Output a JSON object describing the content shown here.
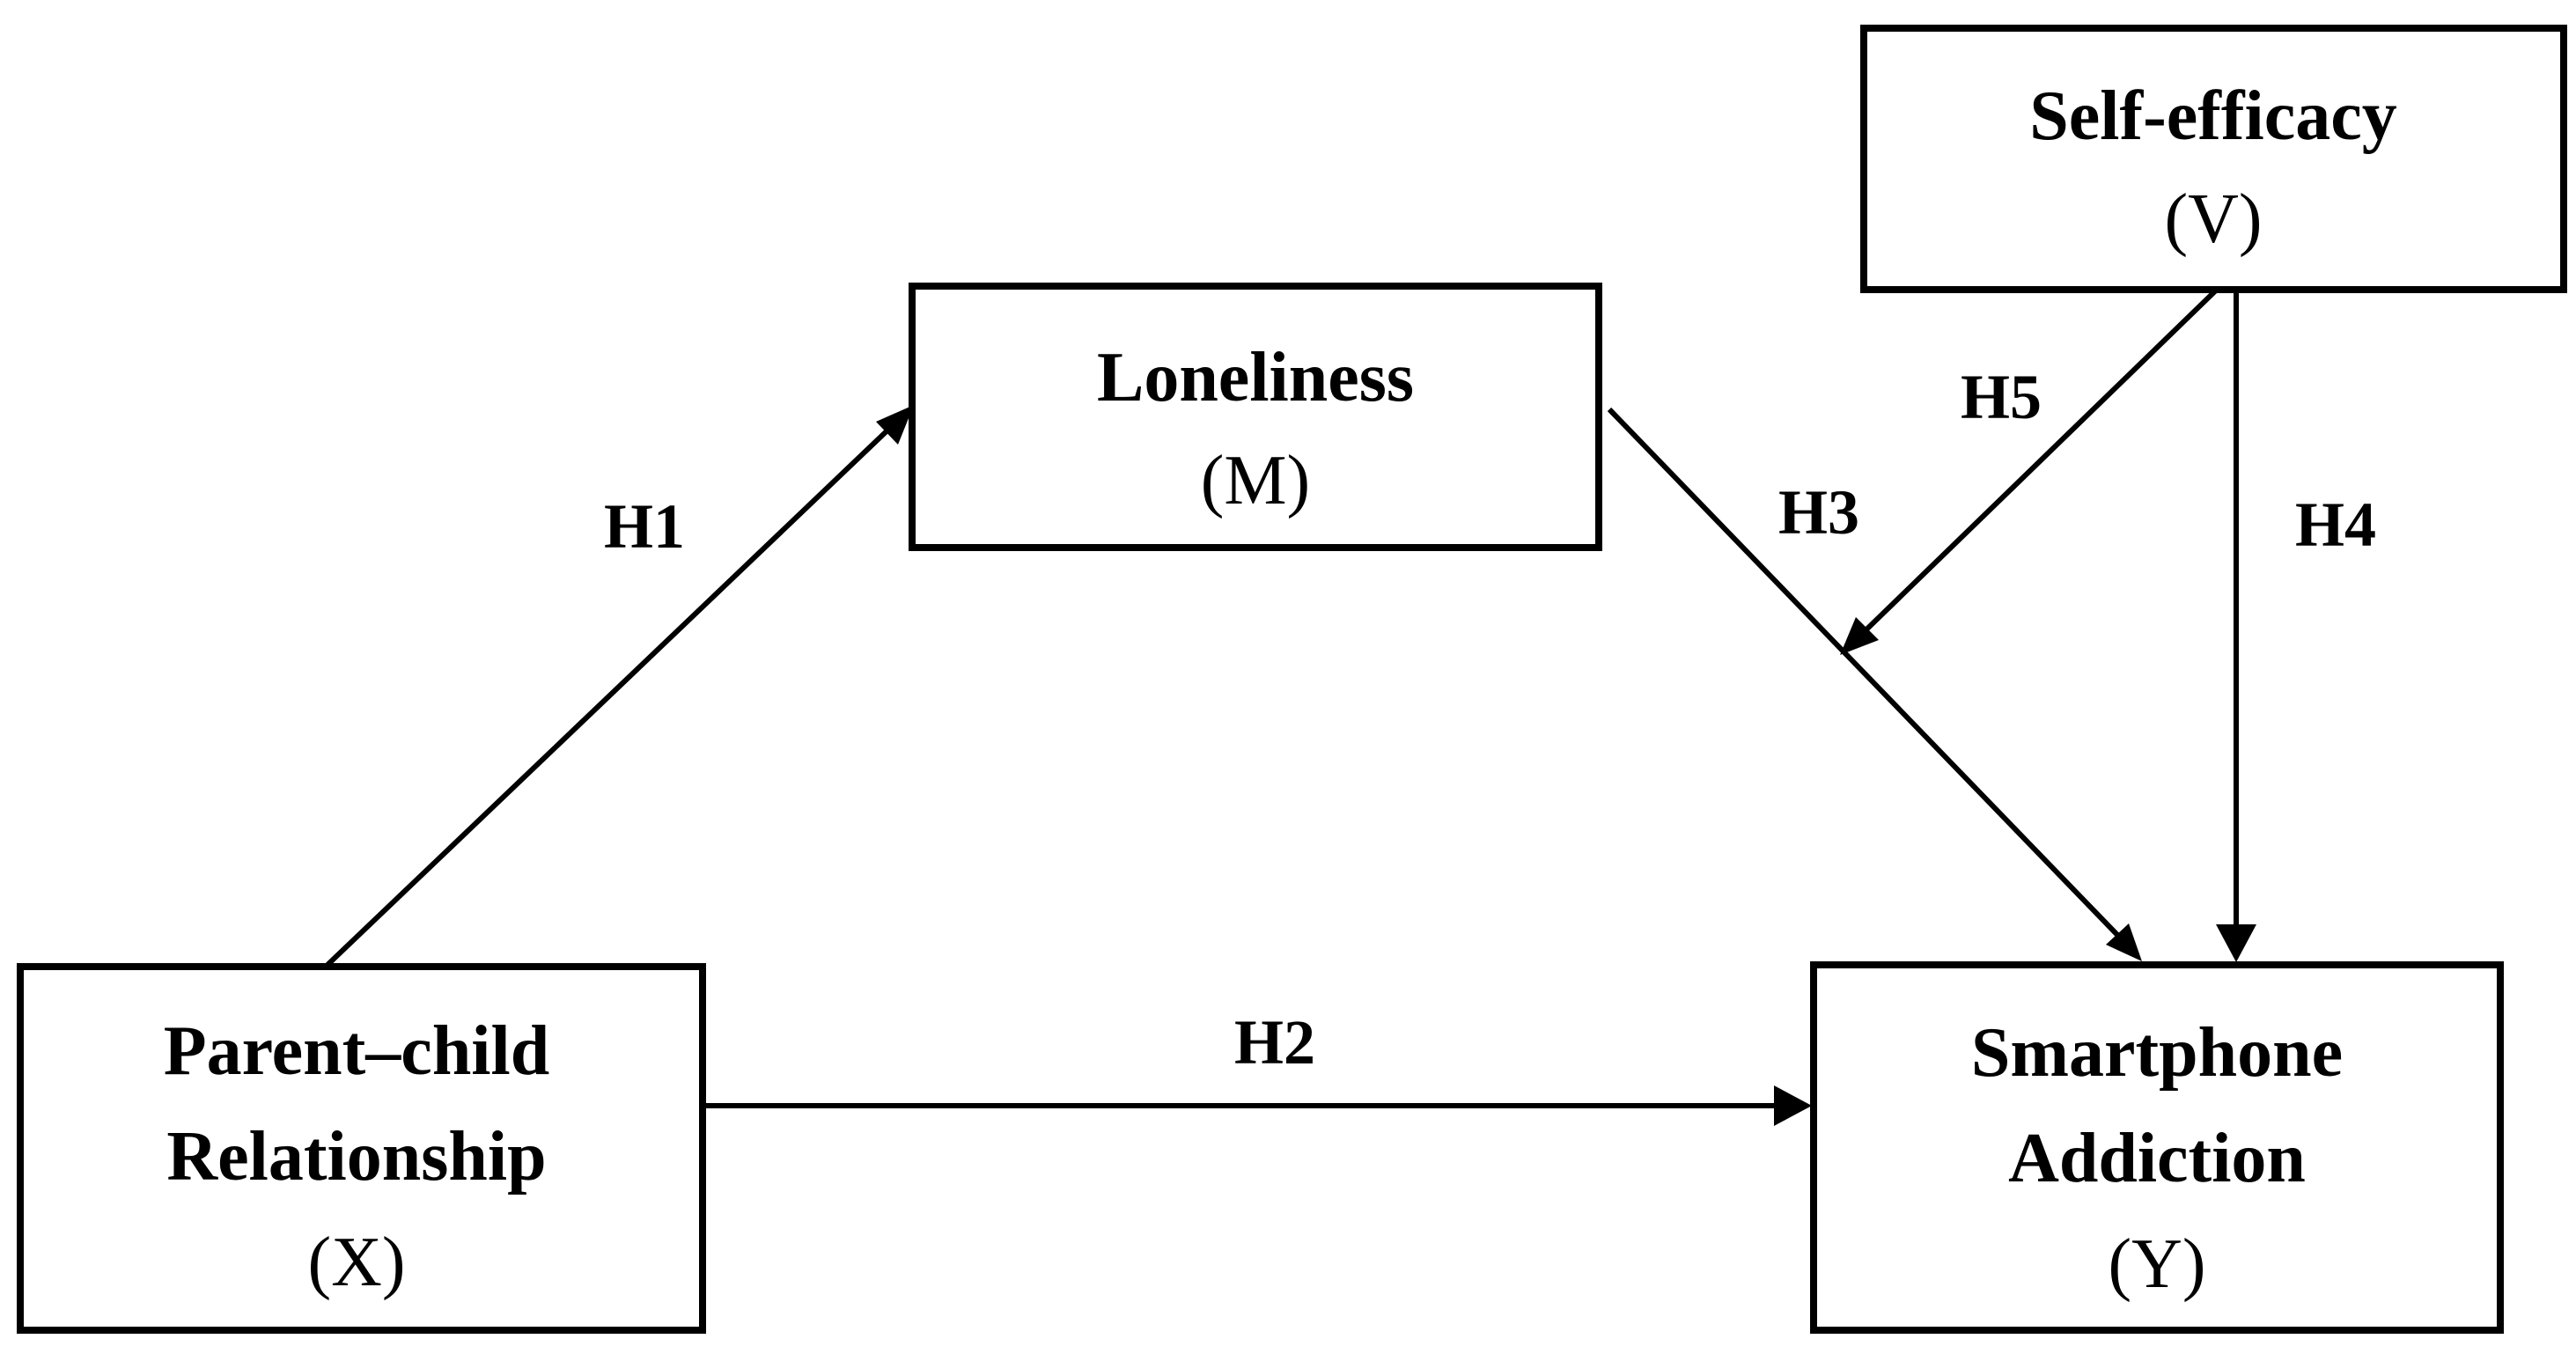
{
  "nodes": {
    "x": {
      "line1": "Parent–child",
      "line2": "Relationship",
      "symbol": "(X)"
    },
    "m": {
      "line1": "Loneliness",
      "symbol": "(M)"
    },
    "v": {
      "line1": "Self-efficacy",
      "symbol": "(V)"
    },
    "y": {
      "line1": "Smartphone",
      "line2": "Addiction",
      "symbol": "(Y)"
    }
  },
  "edges": {
    "h1": {
      "label": "H1",
      "from": "Parent–child Relationship",
      "to": "Loneliness"
    },
    "h2": {
      "label": "H2",
      "from": "Parent–child Relationship",
      "to": "Smartphone Addiction"
    },
    "h3": {
      "label": "H3",
      "from": "Loneliness",
      "to": "Smartphone Addiction"
    },
    "h4": {
      "label": "H4",
      "from": "Self-efficacy",
      "to": "Smartphone Addiction"
    },
    "h5": {
      "label": "H5",
      "from": "Self-efficacy",
      "to": "H3"
    }
  }
}
